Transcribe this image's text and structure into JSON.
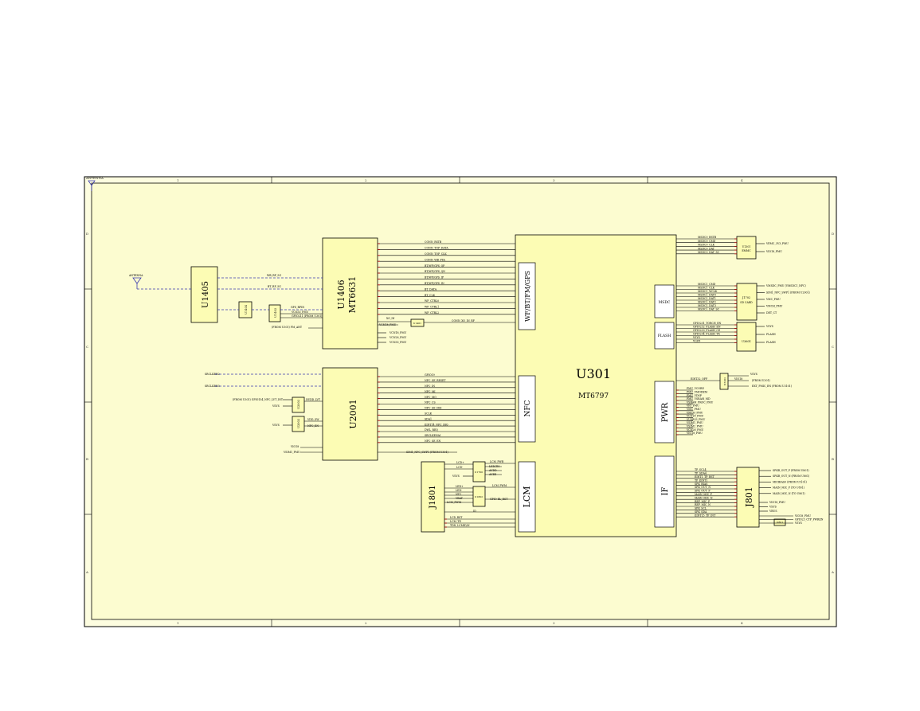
{
  "frame": {
    "corner_label": "ANTENNA",
    "col_numbers": [
      "1",
      "2",
      "3",
      "4"
    ],
    "row_letters": [
      "D",
      "C",
      "B",
      "A"
    ]
  },
  "chips": {
    "u301": {
      "ref": "U301",
      "part": "MT6797"
    },
    "u1406": {
      "ref": "U1406",
      "part": "MT6631"
    },
    "u1405": {
      "ref": "U1405"
    },
    "u1404": {
      "ref": "U1404"
    },
    "u1403": {
      "ref": "U1403"
    },
    "u2001": {
      "ref": "U2001"
    },
    "u2003": {
      "ref": "U2003"
    },
    "u2002": {
      "ref": "U2002"
    },
    "j1801": {
      "ref": "J1801"
    },
    "j801": {
      "ref": "J801"
    },
    "u1102": {
      "ref": "U1102"
    },
    "u3101": {
      "ref": "U3101"
    },
    "j1702": {
      "ref": "J1702",
      "sub": "SD CARD"
    },
    "u1301": {
      "ref": "U1301",
      "sub": "EMMC"
    },
    "u3601": {
      "ref": "U3601"
    },
    "u1700": {
      "ref": "U1700"
    },
    "u1802": {
      "ref": "U1802"
    },
    "u801": {
      "ref": "U801"
    },
    "u1401": {
      "ref": "U1401"
    }
  },
  "u301_blocks": {
    "wf": "WF/BT/FM/GPS",
    "nfc": "NFC",
    "lcm": "LCM",
    "pwr": "PWR",
    "if": "IF",
    "msdc": "MSDC",
    "flash": "FLASH"
  },
  "antenna": {
    "label": "ANTENNA"
  },
  "rf_nets": {
    "wb": "WB_RF_5G",
    "bt": "BT_RF_5G",
    "gps": "GPS_RFIN",
    "vcn33": "VCN33_PMU",
    "gpio211": "GPIO211 (FROM U301)",
    "fm": "(FROM U301) FM_ANT",
    "cn18": "VCN18_PMU",
    "cn28": "VCN28_PMU",
    "cn33": "VCN33_PMU",
    "conn_xo": "CONN_XO_IN_RF",
    "xo_in": "XO_IN"
  },
  "wifi_nets": [
    "CONN_RSTB",
    "CONN_TOP_DATA",
    "CONN_TOP_CLK",
    "CONN_WB_PTA",
    "BT/WF/GPS_QP",
    "BT/WF/GPS_QN",
    "BT/WF/GPS_IP",
    "BT/WF/GPS_IN",
    "BT_DATA",
    "BT_CLK",
    "WF_CTRL0",
    "WF_CTRL1",
    "WF_CTRL2"
  ],
  "nfc_nets": [
    "GPIO19",
    "NFC_SE_RESET",
    "NFC_IN",
    "NFC_MI",
    "NFC_MO",
    "NFC_CS",
    "NFC_SE_IRQ",
    "SCLK",
    "SDA1",
    "EINT14_NFC_IRQ",
    "DWL_REQ",
    "SRCLKENAI",
    "NFC_SE_EN"
  ],
  "nfc_misc": {
    "srclk": "SRCLKEN2",
    "srclk2": "SRCLKEN3",
    "gpio154": "(FROM U301) GPIO154_NFC_LVT_INT",
    "vsys1": "VSYS",
    "vsys2": "VSYS",
    "vbat_lvt": "NVDD_LVT",
    "vio": "VIO18",
    "vsim1": "VSIM1_PMU",
    "sim1": "SIM1_NFC_SWP1 (FROM U301)",
    "vdd_sw": "VDD_SW",
    "nfc_en": "NFC_EN"
  },
  "lcm_nets": [
    "LCD_RST",
    "LCM_TE",
    "TDN_LCMID/N"
  ],
  "lcm_misc": {
    "lcd_a": "LCD+",
    "lcd_k": "LCD-",
    "lcm_pwr": "LCM_PWR",
    "led_th": "LED/TH",
    "avdd": "AVDD",
    "avee": "AVEE",
    "vsys": "VSYS",
    "led_a": "LED+",
    "led_k": "LED-",
    "lcm_bl": "LCM_PWM",
    "bl_en": "GPIO BL_RST",
    "ntc": "NTC",
    "vbat": "VBAT",
    "bl_ctrl": "BL_CTRL",
    "id": "ID"
  },
  "emmc_nets": [
    "MSDC0_RSTB",
    "MSDC0_CMD",
    "MSDC0_CLK",
    "MSDC0_DAT",
    "MSDC0_DAT_SC"
  ],
  "emmc_right": [
    "VEMC_3V3_PMU",
    "VIO18_PMU"
  ],
  "sd_nets": [
    "MSDC1_CMD",
    "MSDC1_CLK",
    "MSDC1_WCLK",
    "MSDC1_DAT0",
    "MSDC1_DAT1",
    "MSDC1_DAT2",
    "MSDC1_DAT3",
    "MSDC1_DAT_SC"
  ],
  "sd_right": [
    "VMSDC_PMU (VMSDC1_NFC)",
    "SIM1_NFC_SWP1 (FROM U2001)",
    "VMC_PMU",
    "VMCH_PMU",
    "DET_CT"
  ],
  "flash_nets": [
    "GPIO231_TORCH_EN",
    "GPIO232_FLASH_EN",
    "GPIO233_FLASH_CE",
    "GPIO234_FLASH_TX",
    "VSYS",
    "VLED"
  ],
  "flash_right": [
    "VSYS",
    "FLASH",
    "FLASH"
  ],
  "pwr_left": [
    "PMU_VCORE",
    "PMU_VMODEM",
    "PMU_VDSP",
    "PMU_VSRAM_MD",
    "VSRAM_PROC_PMU",
    "VIO_PMU",
    "VMC_PMU",
    "VMCH_PMU",
    "VCN18_PMU",
    "VUSB33_PMU",
    "VSIM1_PMU",
    "VSIM2_PMU",
    "VCN28_PMU",
    "VIO18_PMU"
  ],
  "pwr_top": {
    "xo": "EINT32_OFF",
    "vsys": "VSYS",
    "vio": "VIO18",
    "from": "(FROM U301)",
    "ext": "EXT_PMIC_EN (FROM U3101)"
  },
  "if_nets": [
    "TP_SCL4",
    "TP_SDA4",
    "EINT1_TP_RST",
    "TP_EINT1",
    "SPK_BIAS",
    "SPK_OUT_N",
    "SPK_OUT_P",
    "MAIN_MIC_P",
    "MAIN_MIC_N",
    "REF_MIC_P",
    "REF_MIC_N",
    "SPK_SCL",
    "SPK_SDA",
    "EINT15_TP_INT"
  ],
  "if_right": [
    "SPKR_OUT_P (FROM U801)",
    "SPKR_OUT_N (FROM U801)",
    "MICBIAS0 (FROM U3101)",
    "MAIN_MIC_P (TO U801)",
    "MAIN_MIC_N (TO U801)",
    "VIO18_PMU",
    "VSYS",
    "VBUS",
    "VIO18_PMU",
    "GPIO23_CTP_PWREN",
    "VSYS"
  ]
}
